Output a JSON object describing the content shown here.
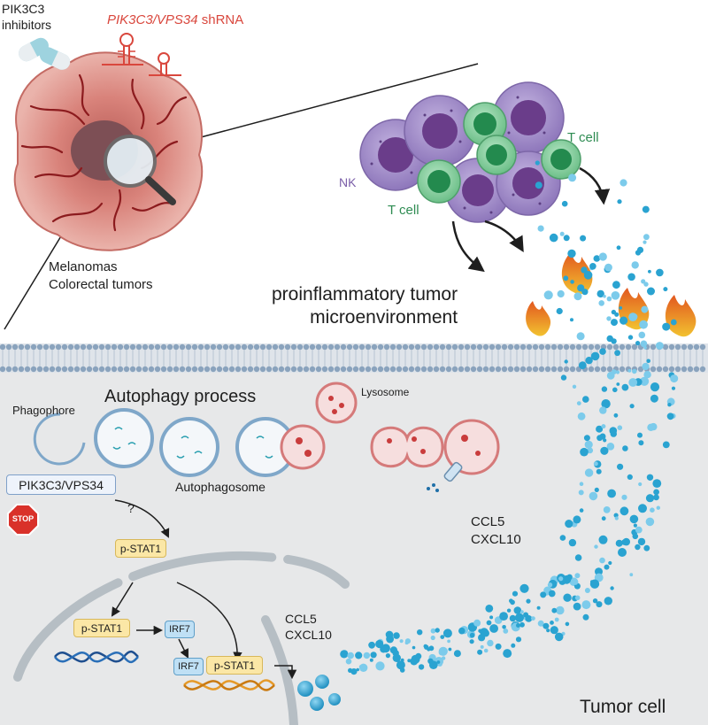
{
  "top": {
    "inhibitors_label": "PIK3C3\ninhibitors",
    "shrna_gene": "PIK3C3/VPS34",
    "shrna_suffix": " shRNA",
    "tumor_types": "Melanomas\nColorectal tumors"
  },
  "immune": {
    "nk_label": "NK",
    "tcell_label_left": "T cell",
    "tcell_label_right": "T cell",
    "environment_label": "proinflammatory tumor\nmicroenvironment"
  },
  "cell": {
    "autophagy_title": "Autophagy process",
    "phagophore_label": "Phagophore",
    "lysosome_label": "Lysosome",
    "autophagosome_label": "Autophagosome",
    "kinase_label": "PIK3C3/VPS34",
    "stop_label": "STOP",
    "question_mark": "?",
    "pstat1_cyto": "p-STAT1",
    "pstat1_nuc": "p-STAT1",
    "irf7_nuc": "IRF7",
    "irf7_gene": "IRF7",
    "pstat1_gene": "p-STAT1",
    "chemokines_near": "CCL5\nCXCL10",
    "chemokines_far": "CCL5\nCXCL10",
    "tumor_cell_label": "Tumor cell"
  },
  "colors": {
    "shrna_red": "#d9473d",
    "nk_purple": "#9b86c4",
    "tcell_green": "#7cc796",
    "chemokine_blue": "#2aa3d1",
    "cell_grey": "#e7e8e9"
  }
}
